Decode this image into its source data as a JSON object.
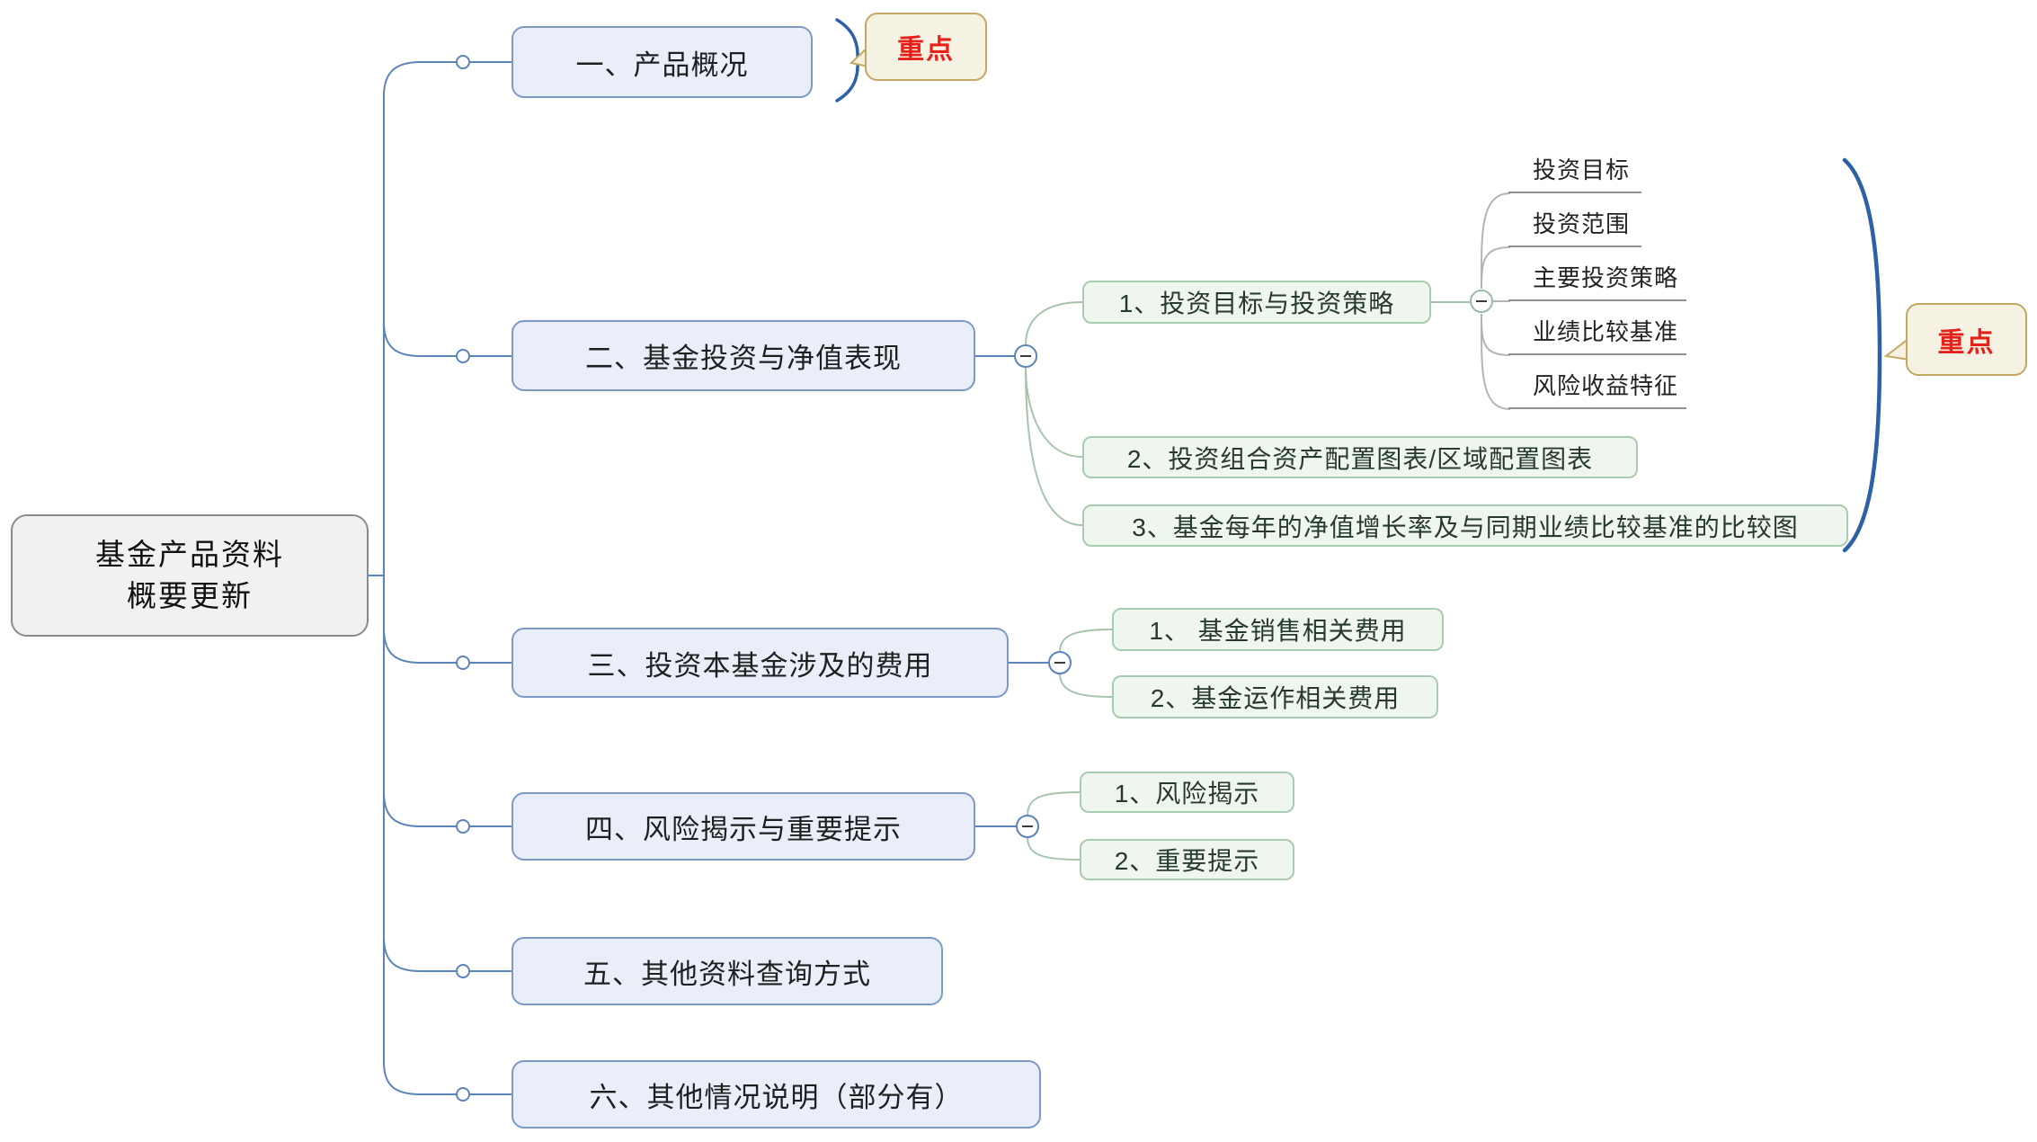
{
  "root": {
    "line1": "基金产品资料",
    "line2": "概要更新"
  },
  "branches": {
    "b1": {
      "label": "一、产品概况"
    },
    "b2": {
      "label": "二、基金投资与净值表现",
      "children": {
        "c1": {
          "label": "1、投资目标与投资策略",
          "children": {
            "g1": {
              "label": "投资目标"
            },
            "g2": {
              "label": "投资范围"
            },
            "g3": {
              "label": "主要投资策略"
            },
            "g4": {
              "label": "业绩比较基准"
            },
            "g5": {
              "label": "风险收益特征"
            }
          }
        },
        "c2": {
          "label": "2、投资组合资产配置图表/区域配置图表"
        },
        "c3": {
          "label": "3、基金每年的净值增长率及与同期业绩比较基准的比较图"
        }
      }
    },
    "b3": {
      "label": "三、投资本基金涉及的费用",
      "children": {
        "c1": {
          "label": "1、 基金销售相关费用"
        },
        "c2": {
          "label": "2、基金运作相关费用"
        }
      }
    },
    "b4": {
      "label": "四、风险揭示与重要提示",
      "children": {
        "c1": {
          "label": "1、风险揭示"
        },
        "c2": {
          "label": "2、重要提示"
        }
      }
    },
    "b5": {
      "label": "五、其他资料查询方式"
    },
    "b6": {
      "label": "六、其他情况说明（部分有）"
    }
  },
  "callouts": {
    "c1": {
      "label": "重点"
    },
    "c2": {
      "label": "重点"
    }
  },
  "icons": {
    "collapse": "minus-icon"
  },
  "colors": {
    "root_fill": "#f1f1f1",
    "root_border": "#8a8a8a",
    "branch_fill": "#e9eef9",
    "branch_border": "#7d99c7",
    "child_fill": "#eef6ef",
    "child_border": "#a9cbb0",
    "callout_fill": "#f6f2e3",
    "callout_border": "#c3a861",
    "callout_text": "#e7211a",
    "connector_blue": "#5b84b8",
    "connector_green": "#a6c4ab",
    "connector_gray": "#b4b4b4",
    "brace_blue": "#2d61a7"
  }
}
